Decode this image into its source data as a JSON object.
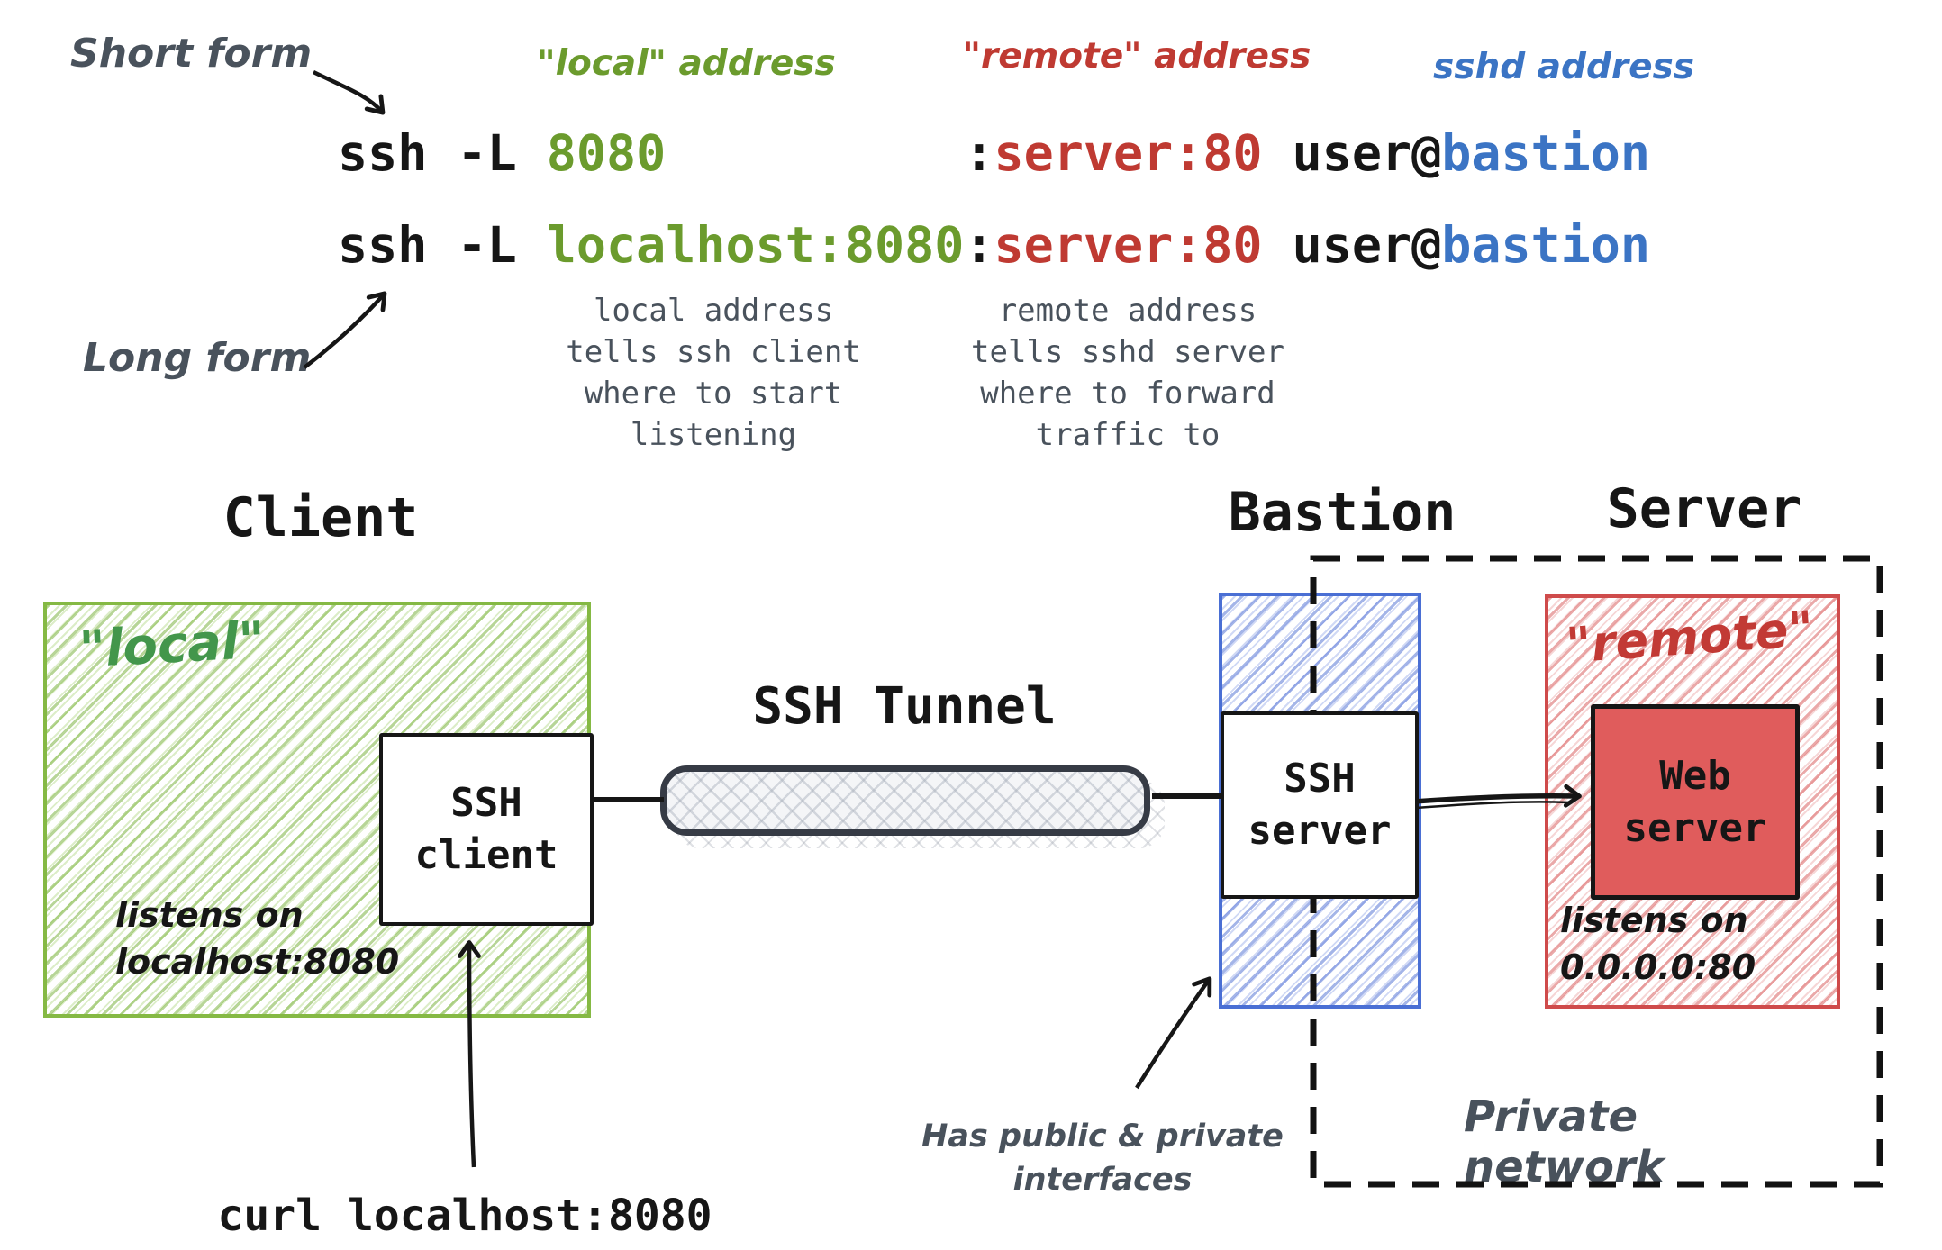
{
  "top": {
    "short_form_label": "Short form",
    "long_form_label": "Long form",
    "col_local": "\"local\" address",
    "col_remote": "\"remote\" address",
    "col_sshd": "sshd address",
    "commands": [
      {
        "segments": [
          {
            "t": "ssh -L ",
            "c": "black"
          },
          {
            "t": "8080",
            "c": "green"
          },
          {
            "t": "          ",
            "c": "black"
          },
          {
            "t": ":",
            "c": "black"
          },
          {
            "t": "server:80",
            "c": "red"
          },
          {
            "t": " user@",
            "c": "black"
          },
          {
            "t": "bastion",
            "c": "blue"
          }
        ]
      },
      {
        "segments": [
          {
            "t": "ssh -L ",
            "c": "black"
          },
          {
            "t": "localhost:8080",
            "c": "green"
          },
          {
            "t": ":",
            "c": "black"
          },
          {
            "t": "server:80",
            "c": "red"
          },
          {
            "t": " user@",
            "c": "black"
          },
          {
            "t": "bastion",
            "c": "blue"
          }
        ]
      }
    ],
    "ann_local": [
      "local address",
      "tells ssh client",
      "where to start",
      "listening"
    ],
    "ann_remote": [
      "remote address",
      "tells sshd server",
      "where to forward",
      "traffic to"
    ]
  },
  "diagram": {
    "client_title": "Client",
    "bastion_title": "Bastion",
    "server_title": "Server",
    "tunnel_label": "SSH Tunnel",
    "local_zone_label": "\"local\"",
    "remote_zone_label": "\"remote\"",
    "ssh_client_lines": [
      "SSH",
      "client"
    ],
    "ssh_server_lines": [
      "SSH",
      "server"
    ],
    "web_server_lines": [
      "Web",
      "server"
    ],
    "client_listens": [
      "listens on",
      "localhost:8080"
    ],
    "server_listens": [
      "listens on",
      "0.0.0.0:80"
    ],
    "curl_command": "curl localhost:8080",
    "interfaces_note": [
      "Has public & private",
      "interfaces"
    ],
    "private_network_label": "Private network"
  },
  "colors": {
    "code_green": "#6b9b2d",
    "code_red": "#bf3a32",
    "code_blue": "#3b74c4",
    "ink": "#161616",
    "hand_gray": "#49525c",
    "client_green_border": "#85b944",
    "local_text_green": "#43964b",
    "bastion_blue_border": "#4a6fd4",
    "server_red_border": "#cf4b4b",
    "web_server_fill": "#e05c5c",
    "remote_text_red": "#c23a35"
  }
}
